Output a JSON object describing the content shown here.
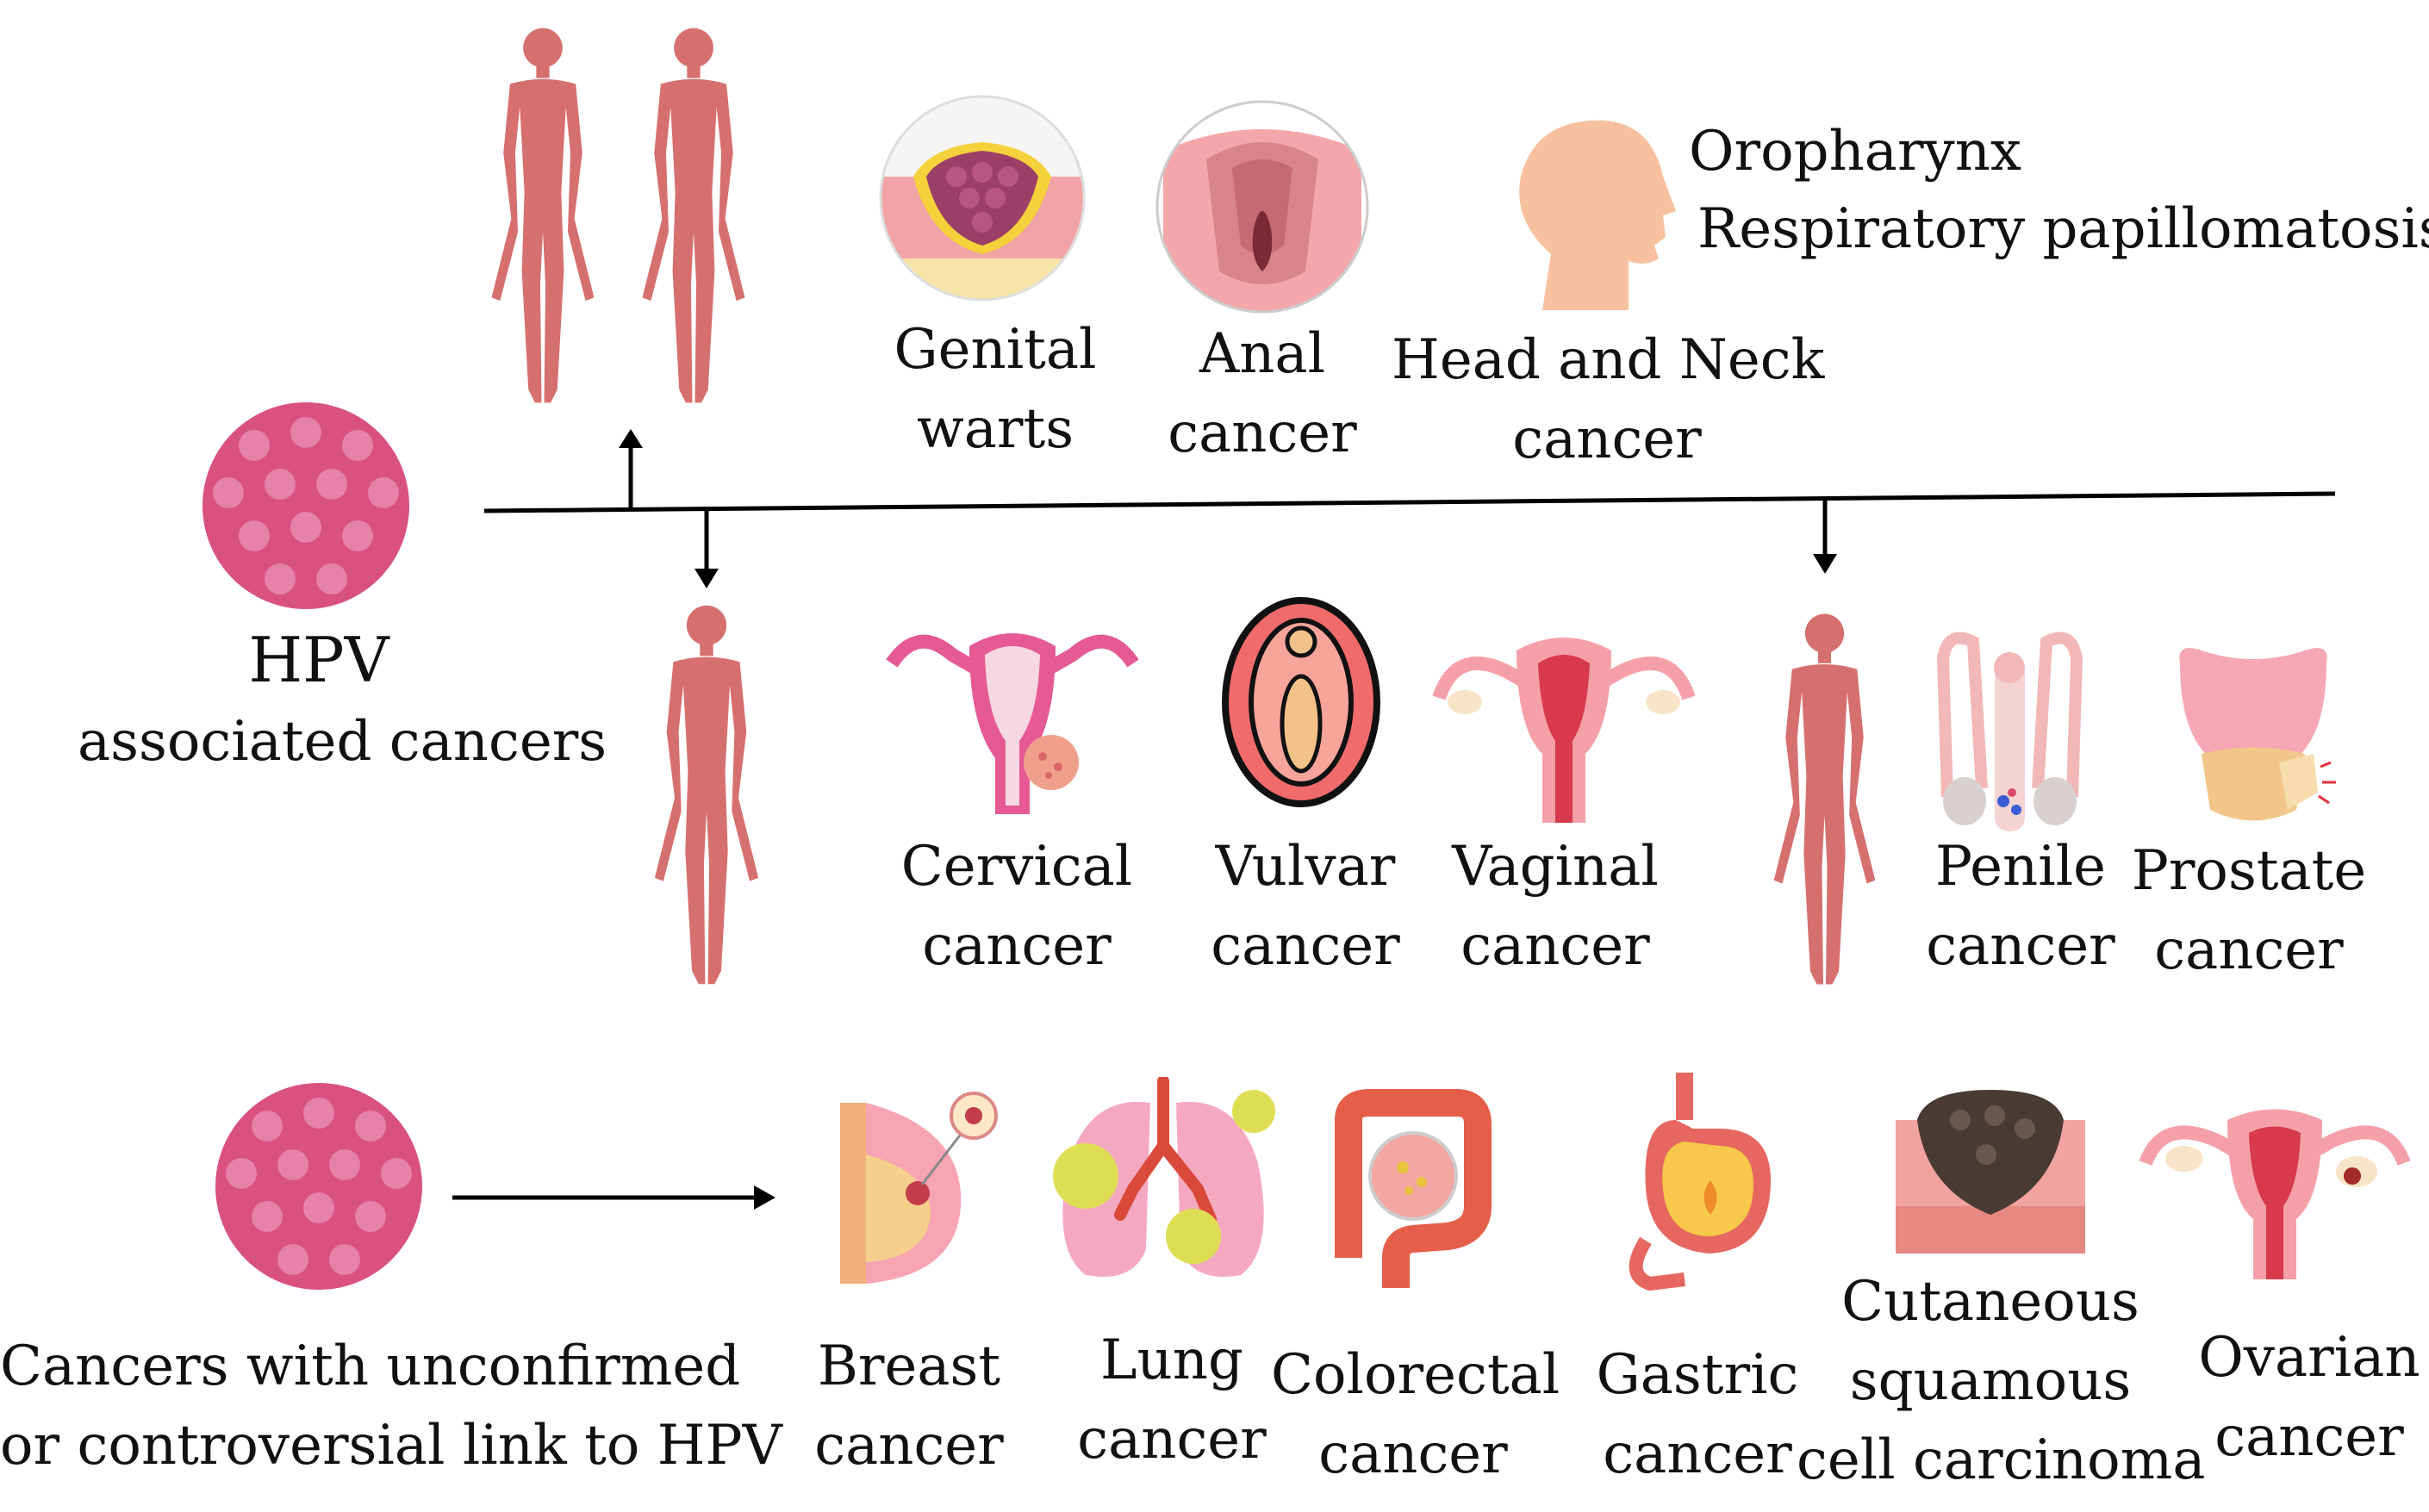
{
  "top": {
    "genital_warts": [
      "Genital",
      "warts"
    ],
    "anal_cancer": [
      "Anal",
      "cancer"
    ],
    "head_neck": [
      "Head and Neck",
      "cancer"
    ],
    "oropharynx": "Oropharynx",
    "respiratory": "Respiratory papillomatosis"
  },
  "hpv": {
    "title": "HPV",
    "subtitle": "associated cancers"
  },
  "female": {
    "cervical": [
      "Cervical",
      "cancer"
    ],
    "vulvar": [
      "Vulvar",
      "cancer"
    ],
    "vaginal": [
      "Vaginal",
      "cancer"
    ]
  },
  "male": {
    "penile": [
      "Penile",
      "cancer"
    ],
    "prostate": [
      "Prostate",
      "cancer"
    ]
  },
  "unconfirmed": {
    "caption": [
      "Cancers with unconfirmed",
      "or controversial link to HPV"
    ],
    "breast": [
      "Breast",
      "cancer"
    ],
    "lung": [
      "Lung",
      "cancer"
    ],
    "colorectal": [
      "Colorectal",
      "cancer"
    ],
    "gastric": [
      "Gastric",
      "cancer"
    ],
    "cutaneous": [
      "Cutaneous",
      "squamous",
      "cell carcinoma"
    ],
    "ovarian": [
      "Ovarian",
      "cancer"
    ]
  },
  "colors": {
    "body": "#d6706f",
    "virus": "#d9527f",
    "skin": "#f7c09e",
    "pink": "#f2a6b0"
  }
}
